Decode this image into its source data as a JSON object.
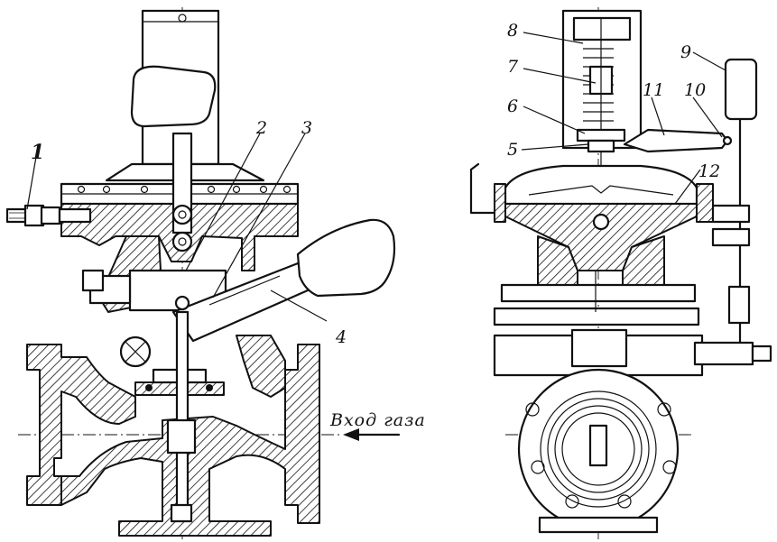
{
  "labels": {
    "n1": "1",
    "n2": "2",
    "n3": "3",
    "n4": "4",
    "n5": "5",
    "n6": "6",
    "n7": "7",
    "n8": "8",
    "n9": "9",
    "n10": "10",
    "n11": "11",
    "n12": "12"
  },
  "gas_inlet_caption": "Вход газа"
}
